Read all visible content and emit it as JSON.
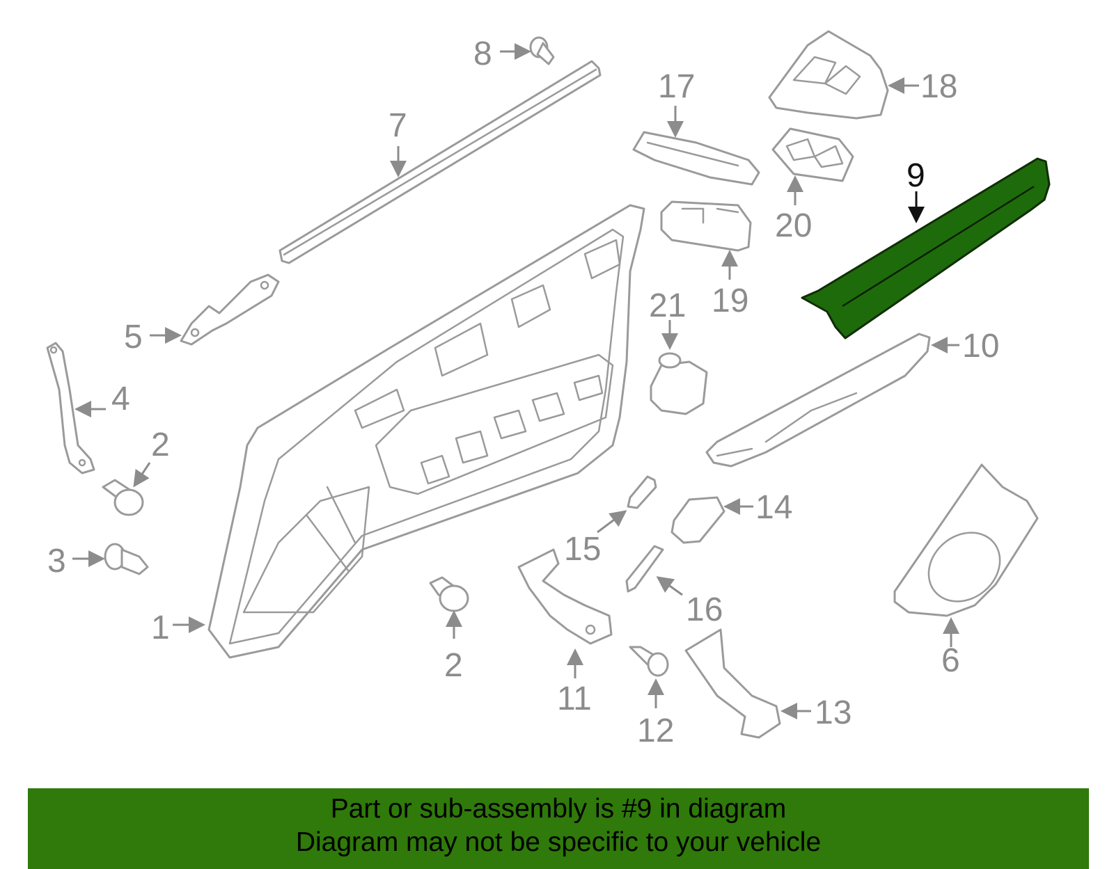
{
  "callouts": {
    "c1": "1",
    "c2a": "2",
    "c2b": "2",
    "c3": "3",
    "c4": "4",
    "c5": "5",
    "c6": "6",
    "c7": "7",
    "c8": "8",
    "c9": "9",
    "c10": "10",
    "c11": "11",
    "c12": "12",
    "c13": "13",
    "c14": "14",
    "c15": "15",
    "c16": "16",
    "c17": "17",
    "c18": "18",
    "c19": "19",
    "c20": "20",
    "c21": "21"
  },
  "highlighted_part": "9",
  "colors": {
    "highlight": "#1e6b0c",
    "banner": "#2f7a0a",
    "linework": "#9a9a9a"
  },
  "banner": {
    "line1": "Part or sub-assembly is #9 in diagram",
    "line2": "Diagram may not be specific to your vehicle"
  }
}
